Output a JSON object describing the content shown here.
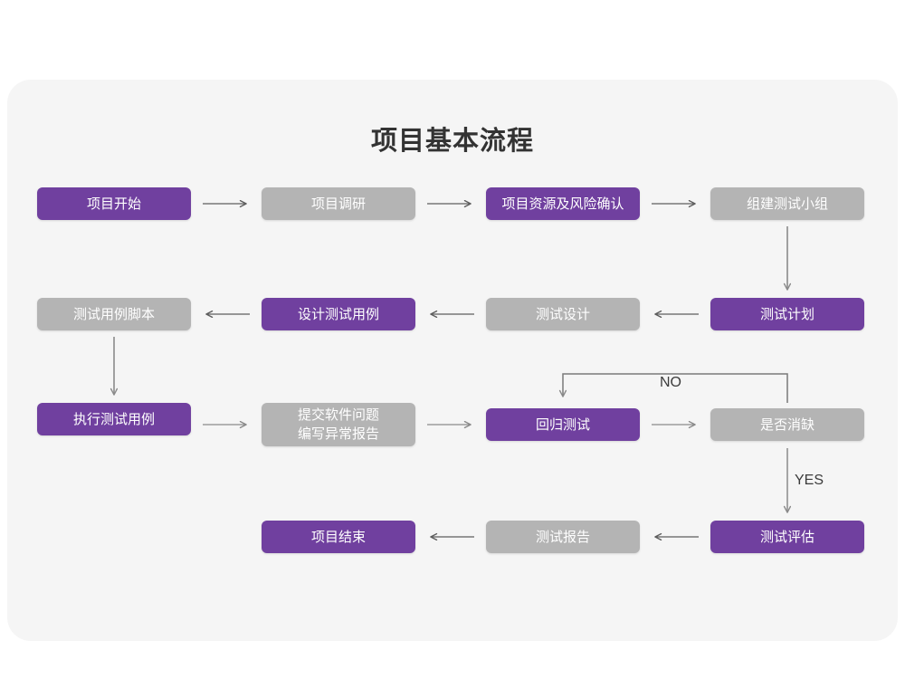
{
  "page": {
    "title": "项目基本流程",
    "card_background": "#f5f5f5",
    "canvas_background": "#ffffff"
  },
  "colors": {
    "accent_purple": "#70409f",
    "muted_gray": "#b4b4b4",
    "node_text": "#ffffff",
    "title_text": "#333333",
    "connector": "#6b6b6b"
  },
  "flow": {
    "nodes": [
      {
        "id": "n1",
        "label": "项目开始",
        "style": "purple",
        "row": 1,
        "col": 1
      },
      {
        "id": "n2",
        "label": "项目调研",
        "style": "gray",
        "row": 1,
        "col": 2
      },
      {
        "id": "n3",
        "label": "项目资源及风险确认",
        "style": "purple",
        "row": 1,
        "col": 3
      },
      {
        "id": "n4",
        "label": "组建测试小组",
        "style": "gray",
        "row": 1,
        "col": 4
      },
      {
        "id": "n5",
        "label": "测试用例脚本",
        "style": "gray",
        "row": 2,
        "col": 1
      },
      {
        "id": "n6",
        "label": "设计测试用例",
        "style": "purple",
        "row": 2,
        "col": 2
      },
      {
        "id": "n7",
        "label": "测试设计",
        "style": "gray",
        "row": 2,
        "col": 3
      },
      {
        "id": "n8",
        "label": "测试计划",
        "style": "purple",
        "row": 2,
        "col": 4
      },
      {
        "id": "n9",
        "label": "执行测试用例",
        "style": "purple",
        "row": 3,
        "col": 1
      },
      {
        "id": "n10",
        "label_line1": "提交软件问题",
        "label_line2": "编写异常报告",
        "style": "gray",
        "row": 3,
        "col": 2
      },
      {
        "id": "n11",
        "label": "回归测试",
        "style": "purple",
        "row": 3,
        "col": 3
      },
      {
        "id": "n12",
        "label": "是否消缺",
        "style": "gray",
        "row": 3,
        "col": 4
      },
      {
        "id": "n13",
        "label": "项目结束",
        "style": "purple",
        "row": 4,
        "col": 2
      },
      {
        "id": "n14",
        "label": "测试报告",
        "style": "gray",
        "row": 4,
        "col": 3
      },
      {
        "id": "n15",
        "label": "测试评估",
        "style": "purple",
        "row": 4,
        "col": 4
      }
    ],
    "edge_labels": {
      "no": "NO",
      "yes": "YES"
    }
  }
}
